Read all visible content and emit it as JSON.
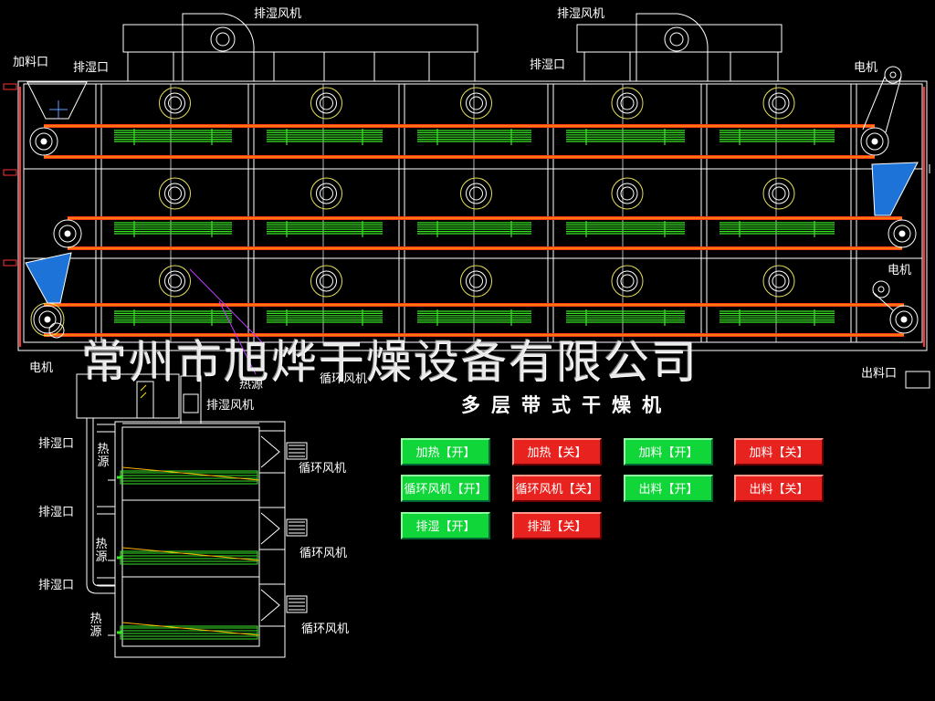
{
  "labels": {
    "exhaust_fan_top_left": "排湿风机",
    "exhaust_fan_top_right": "排湿风机",
    "feed_port": "加料口",
    "exhaust_port_left": "排湿口",
    "exhaust_port_right": "排湿口",
    "motor_top_right": "电机",
    "motor_mid_right": "电机",
    "motor_bottom_left": "电机",
    "discharge_port": "出料口",
    "heat_source_main": "热源",
    "circulation_fan_main": "循环风机",
    "exhaust_fan_side": "排湿风机",
    "side_exhaust_1": "排湿口",
    "side_exhaust_2": "排湿口",
    "side_exhaust_3": "排湿口",
    "side_heat_1": "热源",
    "side_heat_2": "热源",
    "side_heat_3": "热源",
    "side_circ_1": "循环风机",
    "side_circ_2": "循环风机",
    "side_circ_3": "循环风机"
  },
  "watermark": "常州市旭烨干燥设备有限公司",
  "title": "多层带式干燥机",
  "buttons": {
    "heat_on": "加热【开】",
    "heat_off": "加热【关】",
    "feed_on": "加料【开】",
    "feed_off": "加料【关】",
    "circ_on": "循环风机【开】",
    "circ_off": "循环风机【关】",
    "discharge_on": "出料【开】",
    "discharge_off": "出料【关】",
    "exhaust_on": "排湿【开】",
    "exhaust_off": "排湿【关】"
  },
  "colors": {
    "belt": "#ff3b1a",
    "belt_inner": "#ffb000",
    "coil": "#39e626",
    "fan_ring": "#e6e05a",
    "hopper": "#1e73d8",
    "button_on": "#11d63a",
    "button_off": "#e8231f"
  }
}
